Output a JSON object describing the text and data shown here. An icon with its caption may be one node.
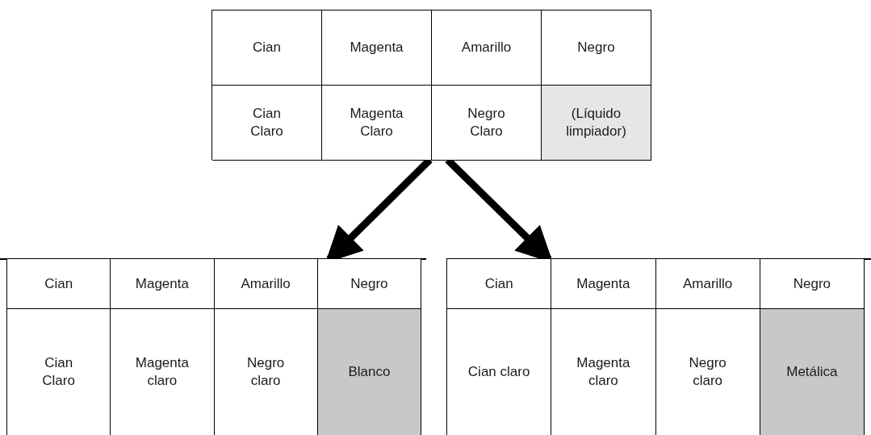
{
  "diagram": {
    "nodes": [
      {
        "text": [],
        "shape": "box"
      },
      {
        "text": [
          "Cian"
        ],
        "in": 0
      },
      {
        "text": [
          "Magenta"
        ],
        "in": 0
      },
      {
        "text": [
          "Amarillo"
        ],
        "in": 0
      },
      {
        "text": [
          "Negro"
        ],
        "in": 0
      },
      {
        "text": [
          "Cian Claro"
        ],
        "in": 0
      },
      {
        "text": [
          "Magenta Claro"
        ],
        "in": 0
      },
      {
        "text": [
          "Negro Claro"
        ],
        "in": 0
      },
      {
        "text": [
          "(Líquido limpiador)"
        ],
        "in": 0
      },
      {
        "text": [],
        "shape": "box"
      },
      {
        "text": [
          "Cian"
        ],
        "in": 9
      },
      {
        "text": [
          "Magenta"
        ],
        "in": 9
      },
      {
        "text": [
          "Amarillo"
        ],
        "in": 9
      },
      {
        "text": [
          "Negro"
        ],
        "in": 9
      },
      {
        "text": [
          "Cian Claro"
        ],
        "in": 9
      },
      {
        "text": [
          "Magenta claro"
        ],
        "in": 9
      },
      {
        "text": [
          "Negro claro"
        ],
        "in": 9
      },
      {
        "text": [
          "Blanco"
        ],
        "in": 9
      },
      {
        "text": [],
        "shape": "box"
      },
      {
        "text": [
          "Cian"
        ],
        "in": 18
      },
      {
        "text": [
          "Magenta"
        ],
        "in": 18
      },
      {
        "text": [
          "Amarillo"
        ],
        "in": 18
      },
      {
        "text": [
          "Negro"
        ],
        "in": 18
      },
      {
        "text": [
          "Cian claro"
        ],
        "in": 18
      },
      {
        "text": [
          "Magenta claro"
        ],
        "in": 18
      },
      {
        "text": [
          "Negro claro"
        ],
        "in": 18
      },
      {
        "text": [
          "Metálica"
        ],
        "in": 18
      }
    ],
    "edges": [
      {
        "from": 0,
        "to": 9,
        "arrow": "to"
      },
      {
        "from": 0,
        "to": 18,
        "arrow": "to"
      }
    ]
  }
}
